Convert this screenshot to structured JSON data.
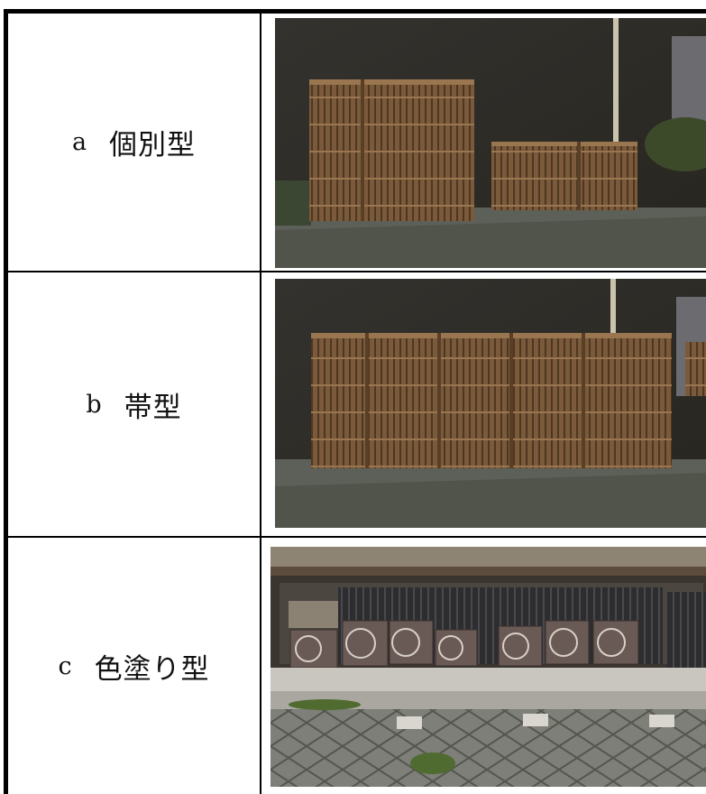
{
  "rows": [
    {
      "letter": "a",
      "name": "個別型",
      "photo_subject": "individual-screen-fences"
    },
    {
      "letter": "b",
      "name": "帯型",
      "photo_subject": "band-screen-fence"
    },
    {
      "letter": "c",
      "name": "色塗り型",
      "photo_subject": "painted-ac-units"
    }
  ],
  "colors": {
    "fence": "#7a5a3a",
    "fence_dark": "#4e3722",
    "wall": "#2c2b28",
    "stone": "#5d6058",
    "unit": "#6a5a55",
    "border": "#000000"
  }
}
